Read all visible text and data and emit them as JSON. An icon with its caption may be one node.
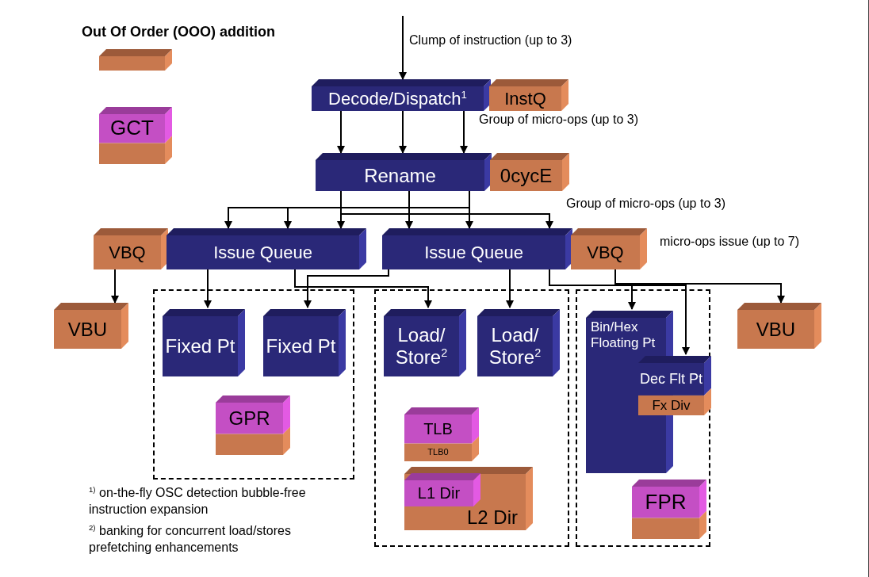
{
  "diagram": {
    "nodes": [
      {
        "text": [
          "Decode/Dispatch$^{1}$"
        ]
      },
      {
        "text": [
          "InstQ"
        ]
      },
      {
        "text": [
          "GCT"
        ]
      },
      {
        "text": [
          "Rename"
        ]
      },
      {
        "text": [
          "0cycE"
        ]
      },
      {
        "text": [
          "VBQ"
        ]
      },
      {
        "text": [
          "Issue Queue"
        ]
      },
      {
        "text": [
          "Issue Queue"
        ]
      },
      {
        "text": [
          "VBQ"
        ]
      },
      {
        "text": [
          "VBU"
        ]
      },
      {
        "text": [],
        "shape": "box"
      },
      {
        "text": [
          "Fixed Pt"
        ],
        "in": 10
      },
      {
        "text": [
          "Fixed Pt"
        ],
        "in": 10
      },
      {
        "text": [
          "GPR"
        ],
        "in": 10
      },
      {
        "text": [],
        "shape": "box"
      },
      {
        "text": [
          "Load/ Store$^{2}$"
        ],
        "in": 14
      },
      {
        "text": [
          "Load/ Store$^{2}$"
        ],
        "in": 14
      },
      {
        "text": [
          "TLB",
          "TLB0"
        ],
        "in": 14
      },
      {
        "text": [
          "L2 Dir"
        ],
        "in": 14
      },
      {
        "text": [
          "L1 Dir"
        ],
        "in": 18
      },
      {
        "text": [],
        "shape": "box"
      },
      {
        "text": [
          "Bin/Hex Floating Pt"
        ],
        "in": 20
      },
      {
        "text": [
          "Dec Flt Pt",
          "Fx Div"
        ],
        "in": 20
      },
      {
        "text": [
          "FPR"
        ],
        "in": 20
      },
      {
        "text": [
          "VBU"
        ]
      }
    ],
    "edges": [
      {
        "from": null,
        "to": 0,
        "arrow": "to"
      },
      {
        "from": 0,
        "to": 3,
        "arrow": "to"
      },
      {
        "from": 0,
        "to": 3,
        "arrow": "to"
      },
      {
        "from": 0,
        "to": 3,
        "arrow": "to"
      },
      {
        "from": 3,
        "to": 6,
        "arrow": "to"
      },
      {
        "from": 3,
        "to": 6,
        "arrow": "to"
      },
      {
        "from": 3,
        "to": 6,
        "arrow": "to"
      },
      {
        "from": 3,
        "to": 7,
        "arrow": "to"
      },
      {
        "from": 3,
        "to": 7,
        "arrow": "to"
      },
      {
        "from": 3,
        "to": 7,
        "arrow": "to"
      },
      {
        "from": 5,
        "to": 9,
        "arrow": "to"
      },
      {
        "from": 6,
        "to": 11,
        "arrow": "to"
      },
      {
        "from": 6,
        "to": 15,
        "arrow": "to"
      },
      {
        "from": 7,
        "to": 12,
        "arrow": "to"
      },
      {
        "from": 7,
        "to": 16,
        "arrow": "to"
      },
      {
        "from": 7,
        "to": 21,
        "arrow": "to"
      },
      {
        "from": 7,
        "to": 22,
        "arrow": "to"
      },
      {
        "from": 8,
        "to": 24,
        "arrow": "to"
      }
    ],
    "labels": [
      "Clump of instruction (up to 3)",
      "Group of micro-ops (up to 3)",
      "Group of micro-ops (up to 3)",
      "micro-ops issue (up to 7)",
      "$^{1)}$ on-the-fly OSC detection bubble-free instruction expansion",
      "$^{2)}$ banking for concurrent load/stores prefetching enhancements"
    ],
    "legend": [
      {
        "text": "Out Of Order (OOO) addition",
        "color": "#c8784e"
      }
    ]
  }
}
